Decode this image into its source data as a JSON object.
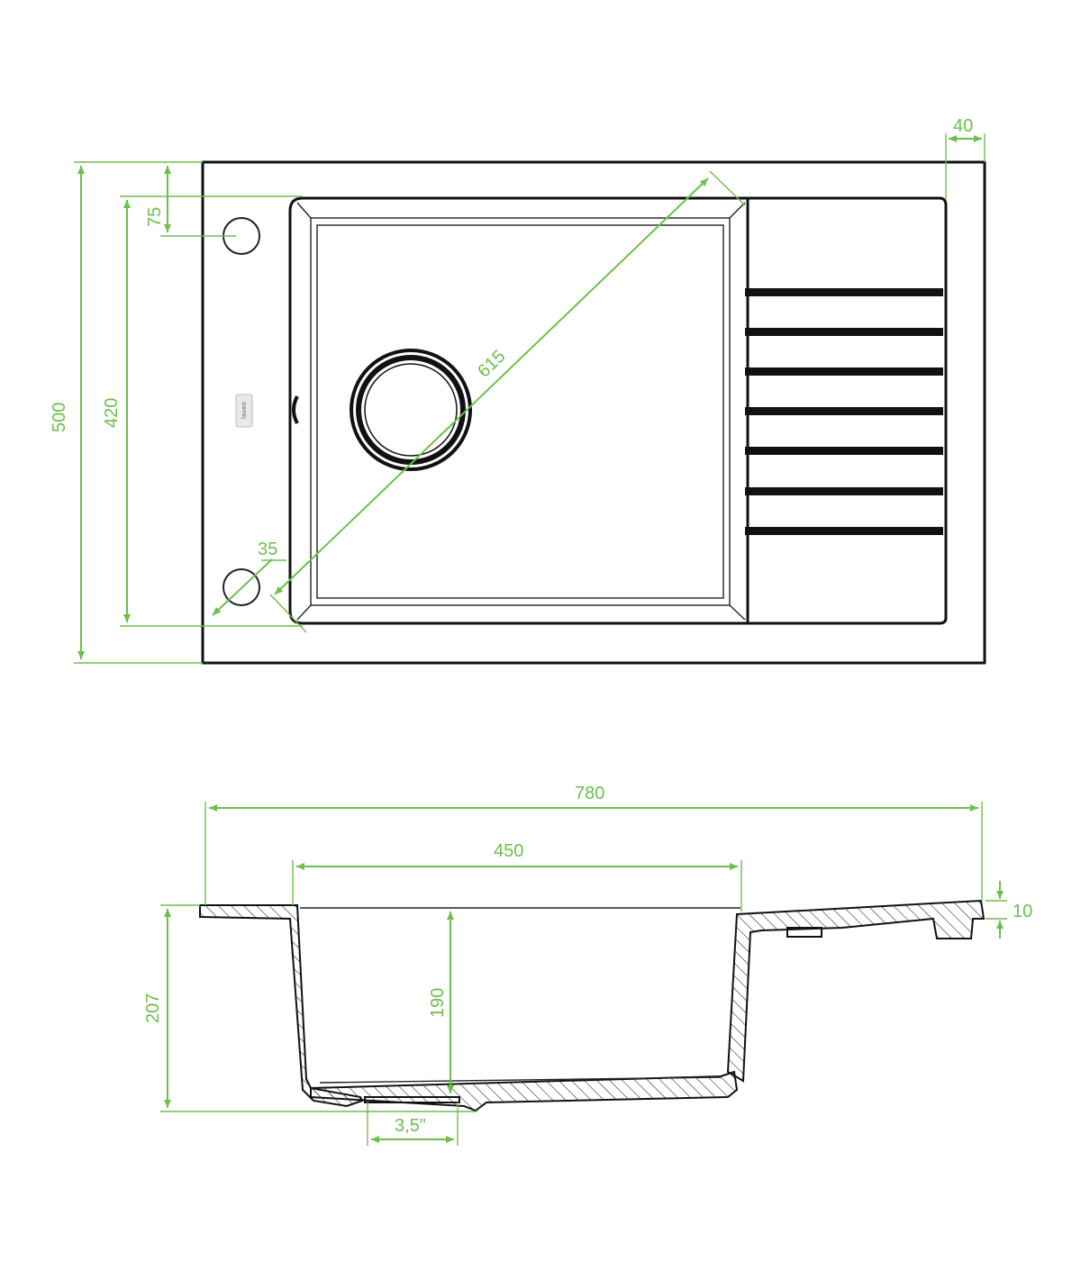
{
  "colors": {
    "outline": "#111111",
    "dimension": "#6cc04a",
    "background": "#ffffff"
  },
  "top_view": {
    "logo_text": "laveo",
    "dimensions": {
      "overall_depth": "500",
      "bowl_depth": "420",
      "tap_hole_offset": "75",
      "diagonal": "615",
      "corner_radius_offset": "35",
      "rim_right": "40"
    }
  },
  "side_view": {
    "dimensions": {
      "overall_width": "780",
      "bowl_width": "450",
      "overall_height": "207",
      "bowl_height": "190",
      "rim_thickness": "10",
      "drain_size": "3,5\""
    }
  }
}
